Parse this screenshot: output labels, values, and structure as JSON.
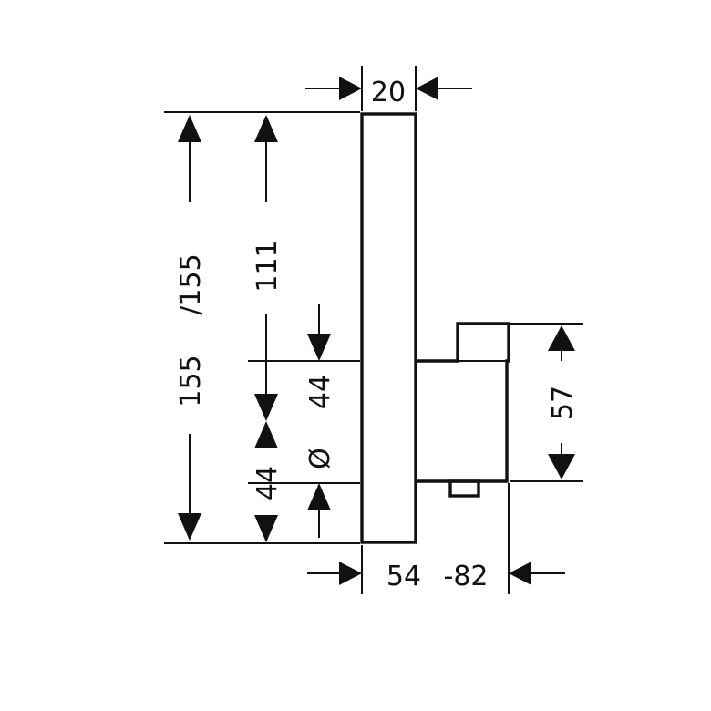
{
  "dimensions": {
    "top_width": "20",
    "height_total": "155",
    "height_alt": "/155",
    "height_upper": "111",
    "height_lower": "44",
    "diameter_symbol": "Ø",
    "diameter_value": "44",
    "side_height": "57",
    "side_height_dash": "–",
    "depth_min": "54",
    "depth_max": "-82"
  }
}
